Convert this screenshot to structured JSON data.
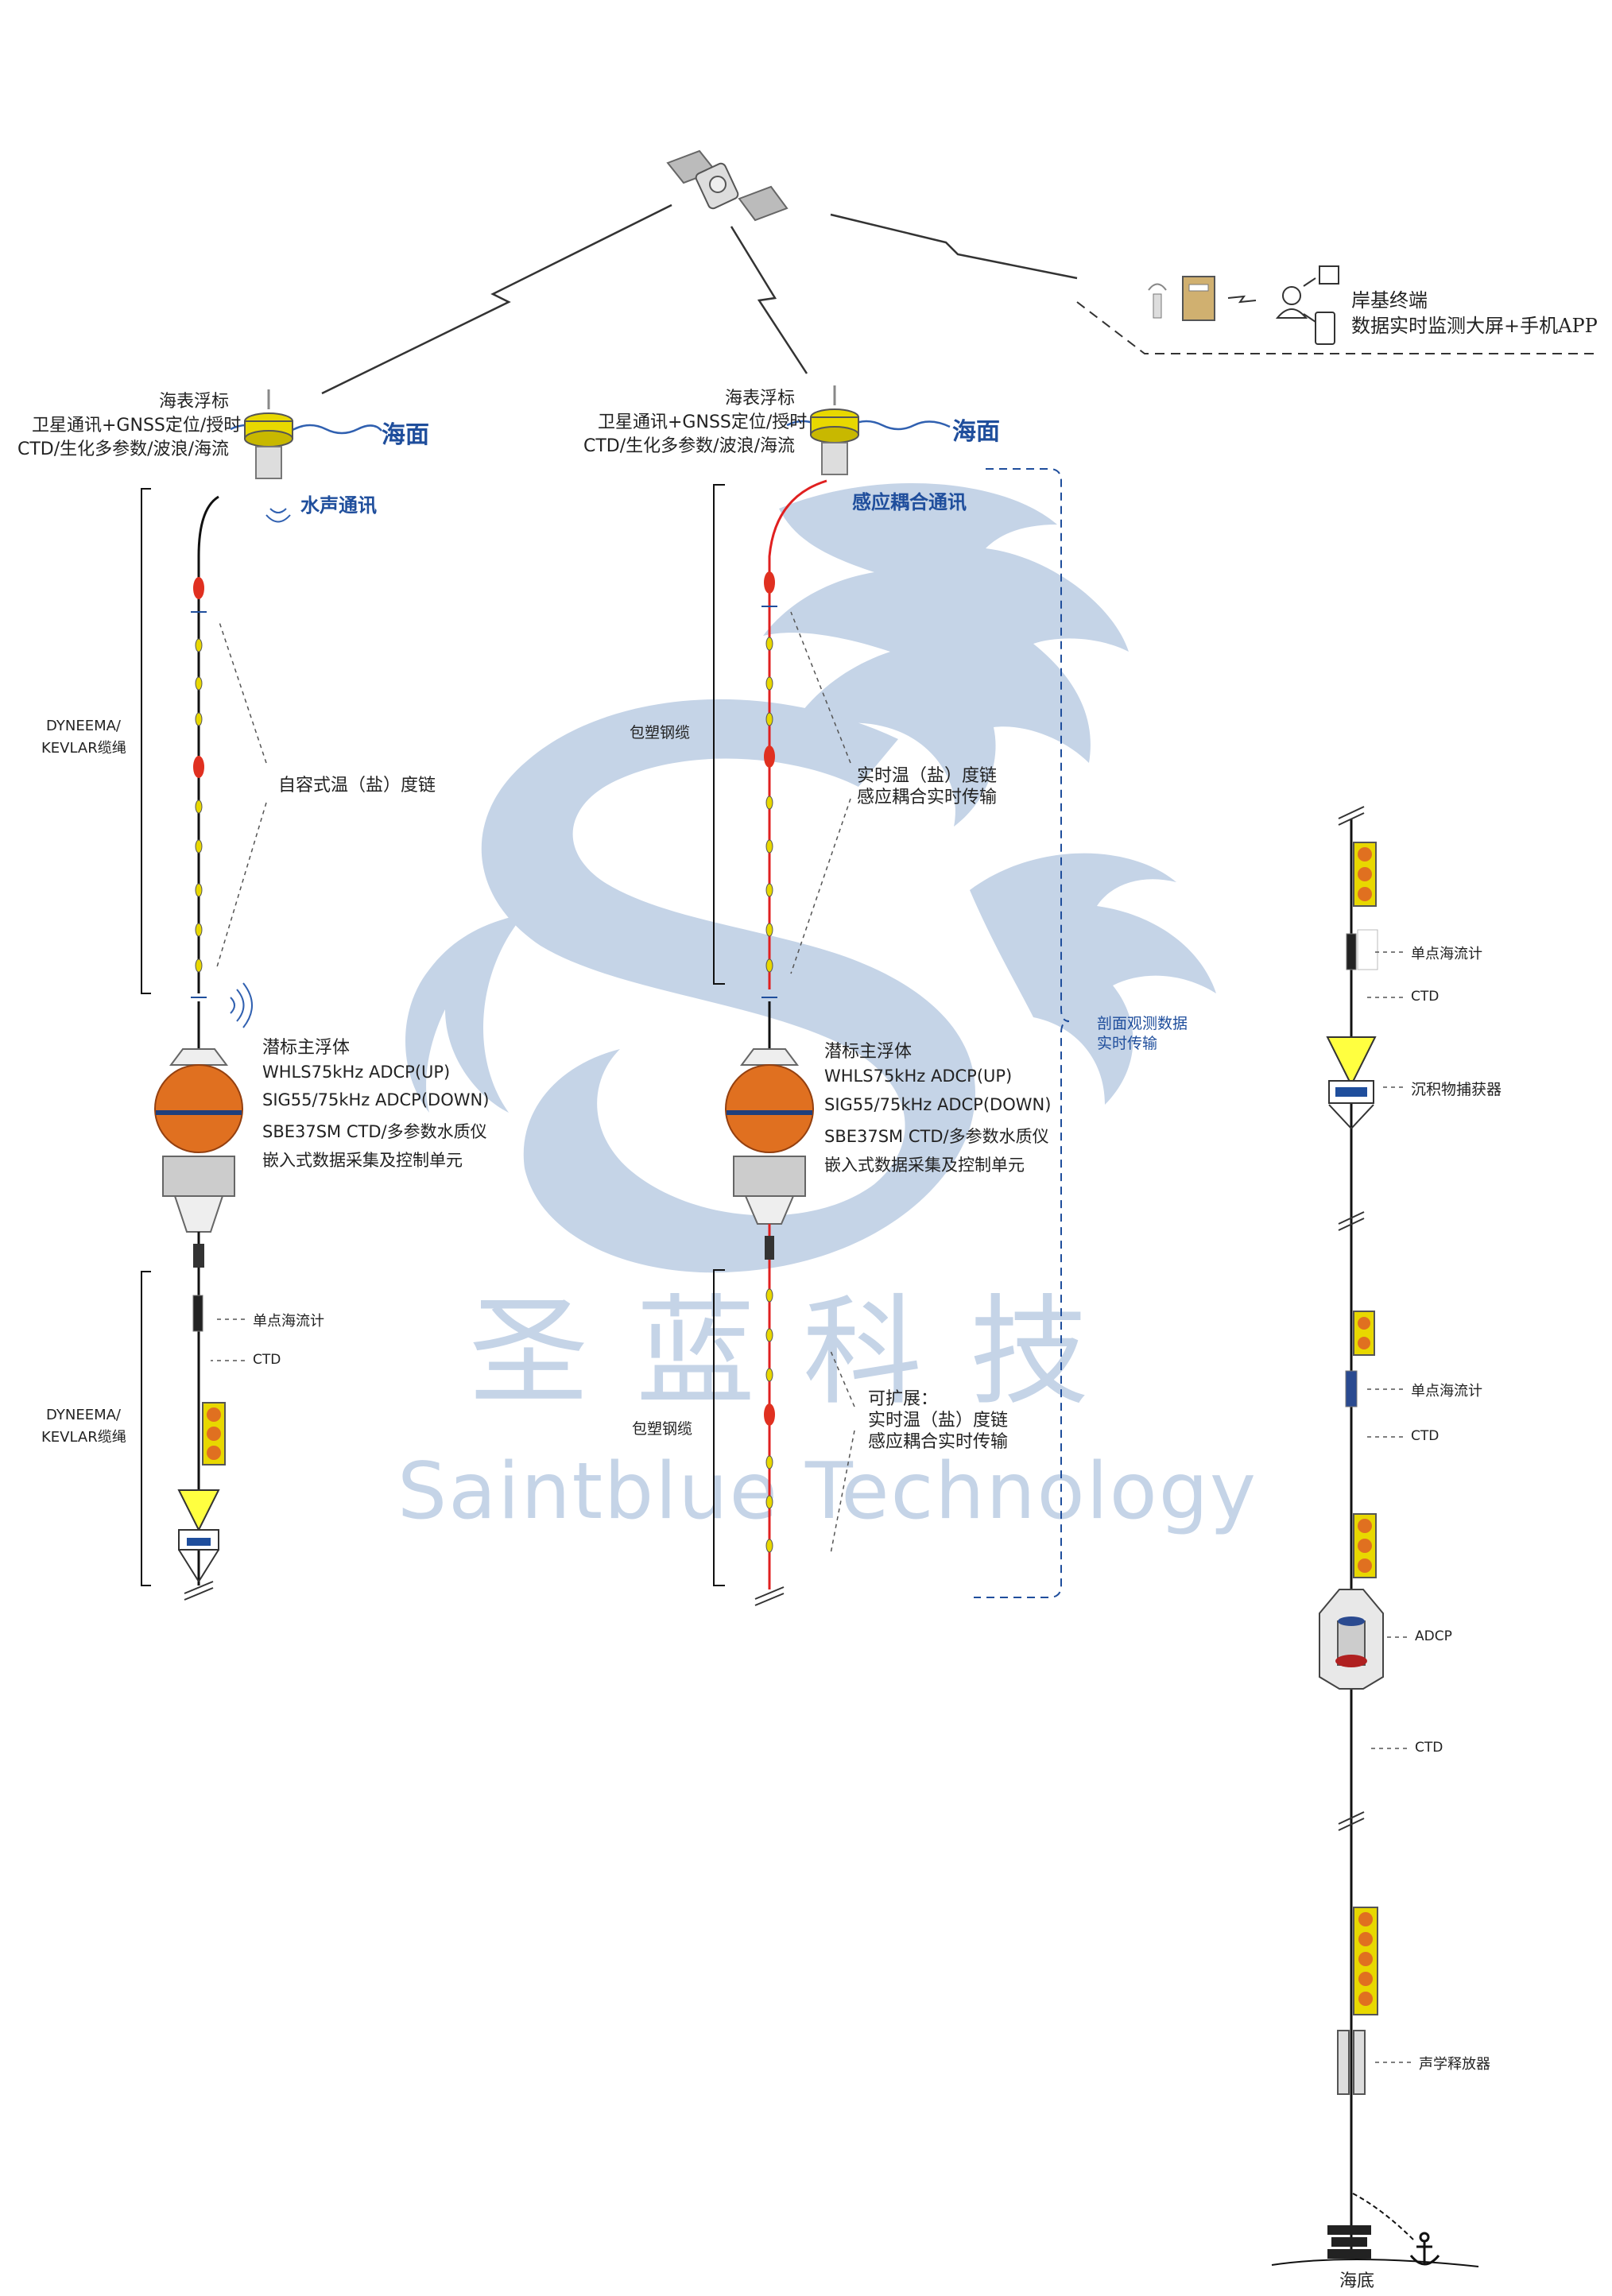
{
  "watermark": {
    "cn": "圣蓝科技",
    "en": "Saintblue Technology"
  },
  "shore": {
    "line1": "岸基终端",
    "line2": "数据实时监测大屏+手机APP"
  },
  "mooring1": {
    "buoy_title": "海表浮标",
    "buoy_line1": "卫星通讯+GNSS定位/授时",
    "buoy_line2": "CTD/生化多参数/波浪/海流",
    "sea_surface": "海面",
    "comm": "水声通讯",
    "rope_upper_1": "DYNEEMA/",
    "rope_upper_2": "KEVLAR缆绳",
    "chain": "自容式温（盐）度链",
    "float_title": "潜标主浮体",
    "float_l1": "WHLS75kHz ADCP(UP)",
    "float_l2": "SIG55/75kHz ADCP(DOWN)",
    "float_l3": "SBE37SM CTD/多参数水质仪",
    "float_l4": "嵌入式数据采集及控制单元",
    "current_meter": "单点海流计",
    "ctd": "CTD",
    "rope_lower_1": "DYNEEMA/",
    "rope_lower_2": "KEVLAR缆绳"
  },
  "mooring2": {
    "buoy_title": "海表浮标",
    "buoy_line1": "卫星通讯+GNSS定位/授时",
    "buoy_line2": "CTD/生化多参数/波浪/海流",
    "sea_surface": "海面",
    "comm": "感应耦合通讯",
    "cable_upper": "包塑钢缆",
    "chain_l1": "实时温（盐）度链",
    "chain_l2": "感应耦合实时传输",
    "float_title": "潜标主浮体",
    "float_l1": "WHLS75kHz ADCP(UP)",
    "float_l2": "SIG55/75kHz ADCP(DOWN)",
    "float_l3": "SBE37SM CTD/多参数水质仪",
    "float_l4": "嵌入式数据采集及控制单元",
    "profile_l1": "剖面观测数据",
    "profile_l2": "实时传输",
    "cable_lower": "包塑钢缆",
    "ext_l1": "可扩展：",
    "ext_l2": "实时温（盐）度链",
    "ext_l3": "感应耦合实时传输"
  },
  "mooring3": {
    "current_meter_1": "单点海流计",
    "ctd_1": "CTD",
    "sediment_trap": "沉积物捕获器",
    "current_meter_2": "单点海流计",
    "ctd_2": "CTD",
    "adcp": "ADCP",
    "ctd_3": "CTD",
    "release": "声学释放器",
    "seabed": "海底"
  },
  "colors": {
    "accent_blue": "#1f4e9c",
    "watermark": "#c5d4e7",
    "buoy_yellow": "#e8d800",
    "sphere_orange": "#e07020",
    "float_red": "#e03020",
    "cable_red": "#e02020"
  }
}
